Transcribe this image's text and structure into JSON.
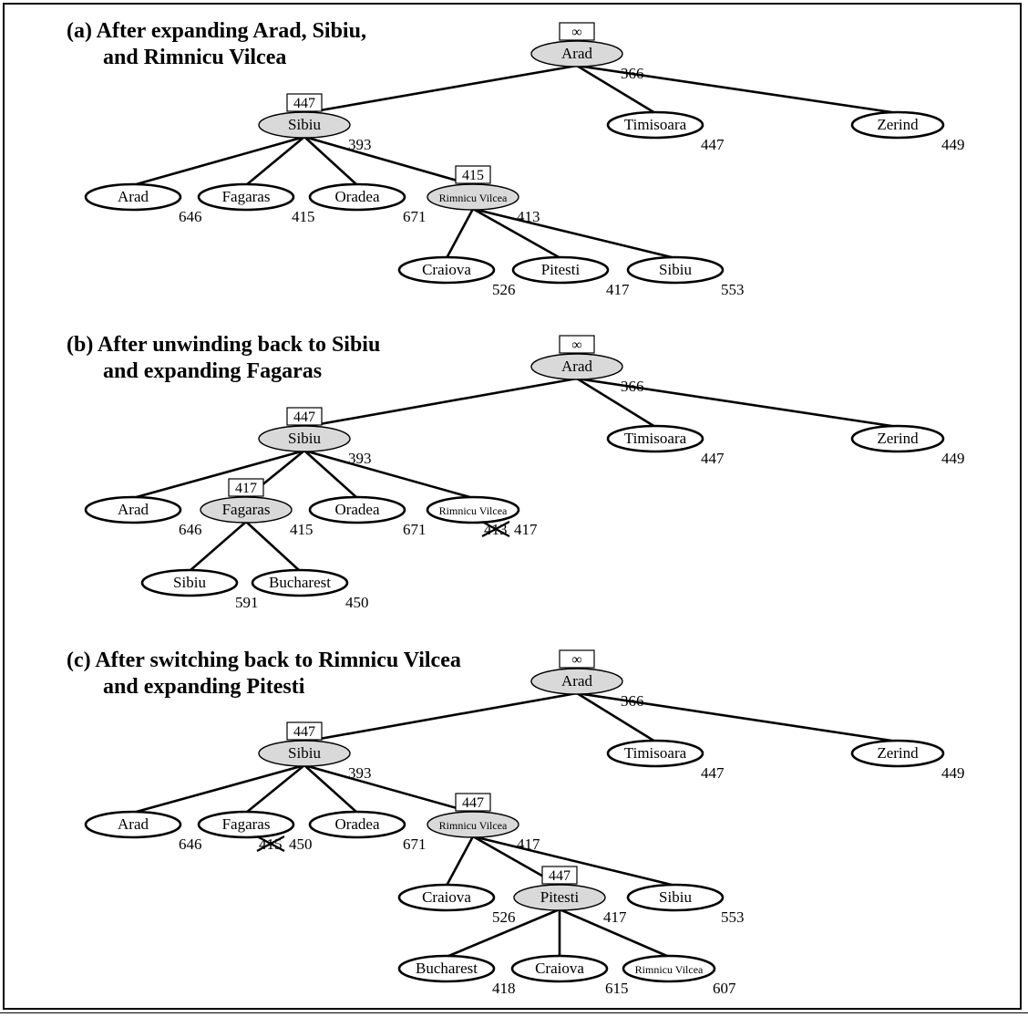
{
  "panels": [
    {
      "title_lines": [
        "(a) After expanding Arad, Sibiu,",
        "and Rimnicu Vilcea"
      ],
      "nodes": [
        {
          "id": "arad",
          "label": "Arad",
          "f": "366",
          "bound": "∞",
          "expanded": true
        },
        {
          "id": "sibiu",
          "label": "Sibiu",
          "f": "393",
          "bound": "447",
          "expanded": true
        },
        {
          "id": "timisoara",
          "label": "Timisoara",
          "f": "447"
        },
        {
          "id": "zerind",
          "label": "Zerind",
          "f": "449"
        },
        {
          "id": "arad2",
          "label": "Arad",
          "f": "646"
        },
        {
          "id": "fagaras",
          "label": "Fagaras",
          "f": "415"
        },
        {
          "id": "oradea",
          "label": "Oradea",
          "f": "671"
        },
        {
          "id": "rimnicu",
          "label": "Rimnicu Vilcea",
          "f": "413",
          "bound": "415",
          "expanded": true,
          "small": true
        },
        {
          "id": "craiova",
          "label": "Craiova",
          "f": "526"
        },
        {
          "id": "pitesti",
          "label": "Pitesti",
          "f": "417"
        },
        {
          "id": "sibiu2",
          "label": "Sibiu",
          "f": "553"
        }
      ]
    },
    {
      "title_lines": [
        "(b) After unwinding back to Sibiu",
        "and expanding Fagaras"
      ],
      "nodes": [
        {
          "id": "arad",
          "label": "Arad",
          "f": "366",
          "bound": "∞",
          "expanded": true
        },
        {
          "id": "sibiu",
          "label": "Sibiu",
          "f": "393",
          "bound": "447",
          "expanded": true
        },
        {
          "id": "timisoara",
          "label": "Timisoara",
          "f": "447"
        },
        {
          "id": "zerind",
          "label": "Zerind",
          "f": "449"
        },
        {
          "id": "arad2",
          "label": "Arad",
          "f": "646"
        },
        {
          "id": "fagaras",
          "label": "Fagaras",
          "f": "415",
          "bound": "417",
          "expanded": true
        },
        {
          "id": "oradea",
          "label": "Oradea",
          "f": "671"
        },
        {
          "id": "rimnicu",
          "label": "Rimnicu Vilcea",
          "f": "417",
          "f_old": "413",
          "small": true
        },
        {
          "id": "sibiu3",
          "label": "Sibiu",
          "f": "591"
        },
        {
          "id": "bucharest",
          "label": "Bucharest",
          "f": "450"
        }
      ]
    },
    {
      "title_lines": [
        "(c) After switching back to Rimnicu Vilcea",
        "and expanding Pitesti"
      ],
      "nodes": [
        {
          "id": "arad",
          "label": "Arad",
          "f": "366",
          "bound": "∞",
          "expanded": true
        },
        {
          "id": "sibiu",
          "label": "Sibiu",
          "f": "393",
          "bound": "447",
          "expanded": true
        },
        {
          "id": "timisoara",
          "label": "Timisoara",
          "f": "447"
        },
        {
          "id": "zerind",
          "label": "Zerind",
          "f": "449"
        },
        {
          "id": "arad2",
          "label": "Arad",
          "f": "646"
        },
        {
          "id": "fagaras",
          "label": "Fagaras",
          "f": "450",
          "f_old": "415"
        },
        {
          "id": "oradea",
          "label": "Oradea",
          "f": "671"
        },
        {
          "id": "rimnicu",
          "label": "Rimnicu Vilcea",
          "f": "417",
          "bound": "447",
          "expanded": true,
          "small": true
        },
        {
          "id": "craiova",
          "label": "Craiova",
          "f": "526"
        },
        {
          "id": "pitesti",
          "label": "Pitesti",
          "f": "417",
          "bound": "447",
          "expanded": true
        },
        {
          "id": "sibiu2",
          "label": "Sibiu",
          "f": "553"
        },
        {
          "id": "bucharest",
          "label": "Bucharest",
          "f": "418"
        },
        {
          "id": "craiova2",
          "label": "Craiova",
          "f": "615"
        },
        {
          "id": "rimnicu2",
          "label": "Rimnicu Vilcea",
          "f": "607",
          "small": true
        }
      ]
    }
  ]
}
